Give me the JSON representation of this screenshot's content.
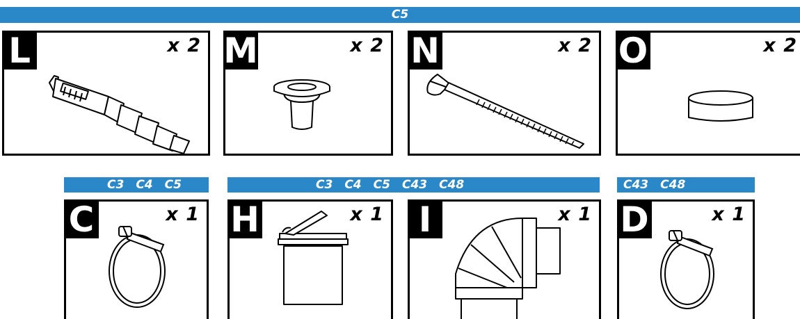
{
  "top_band": {
    "codes": [
      "C5"
    ]
  },
  "top_row": [
    {
      "letter": "L",
      "qty": "x 2",
      "icon": "wall-plug-icon"
    },
    {
      "letter": "M",
      "qty": "x 2",
      "icon": "bushing-icon"
    },
    {
      "letter": "N",
      "qty": "x 2",
      "icon": "screw-icon"
    },
    {
      "letter": "O",
      "qty": "x 2",
      "icon": "cap-icon"
    }
  ],
  "bands": {
    "c": {
      "codes": [
        "C3",
        "C4",
        "C5"
      ]
    },
    "hi": {
      "codes": [
        "C3",
        "C4",
        "C5",
        "C43",
        "C48"
      ]
    },
    "d": {
      "codes": [
        "C43",
        "C48"
      ]
    }
  },
  "bottom_row": [
    {
      "letter": "C",
      "qty": "x 1",
      "icon": "hose-clamp-icon"
    },
    {
      "letter": "H",
      "qty": "x 1",
      "icon": "valve-adapter-icon"
    },
    {
      "letter": "I",
      "qty": "x 1",
      "icon": "elbow-pipe-icon"
    },
    {
      "letter": "D",
      "qty": "x 1",
      "icon": "hose-clamp-icon"
    }
  ]
}
